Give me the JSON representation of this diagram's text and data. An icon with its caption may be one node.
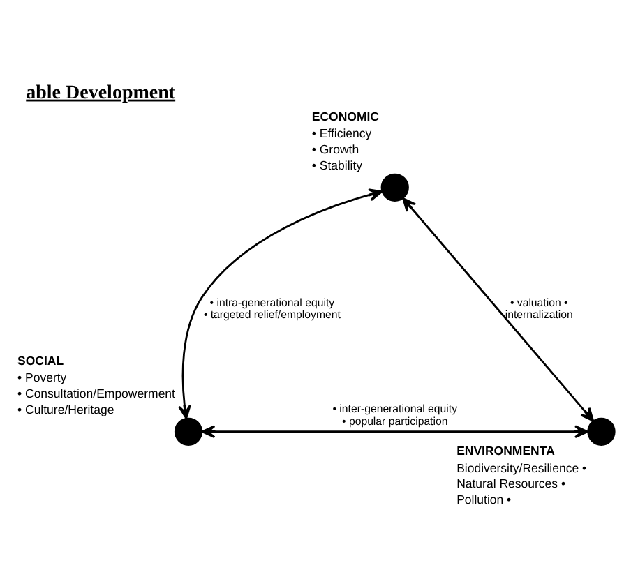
{
  "diagram": {
    "title": "able Development",
    "nodes": [
      {
        "text": [],
        "shape": "circle",
        "beside": [
          "ECONOMIC",
          "• Efficiency",
          "• Growth",
          "• Stability"
        ]
      },
      {
        "text": [],
        "shape": "circle",
        "beside": [
          "SOCIAL",
          "• Poverty",
          "• Consultation/Empowerment",
          "• Culture/Heritage"
        ]
      },
      {
        "text": [],
        "shape": "circle",
        "beside": [
          "ENVIRONMENTA",
          "Biodiversity/Resilience •",
          "Natural Resources •",
          "Pollution •"
        ]
      }
    ],
    "edges": [
      {
        "from": 0,
        "to": 1,
        "arrow": "both",
        "label": "• intra-generational equity • targeted relief/employment"
      },
      {
        "from": 0,
        "to": 2,
        "arrow": "both",
        "label": "• valuation • internalization"
      },
      {
        "from": 1,
        "to": 2,
        "arrow": "both",
        "label": "• inter-generational equity • popular participation"
      }
    ]
  }
}
